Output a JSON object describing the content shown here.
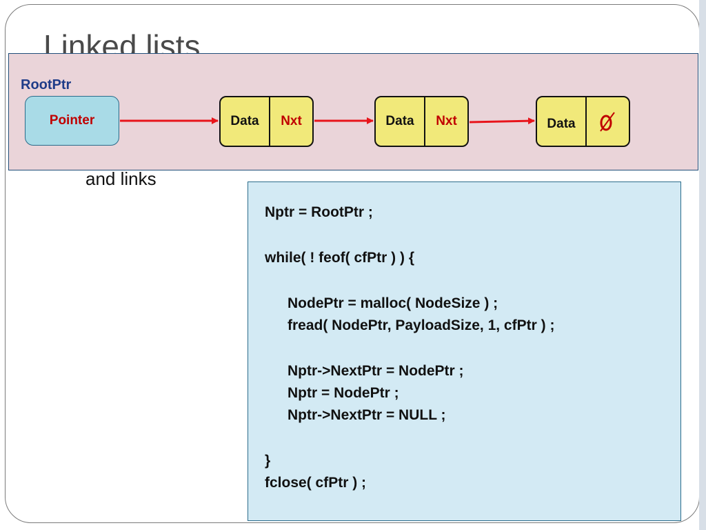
{
  "slide": {
    "title": "Linked lists",
    "bullet_tail": "and links"
  },
  "diagram": {
    "root_label": "RootPtr",
    "pointer_label": "Pointer",
    "nodes": [
      {
        "data_label": "Data",
        "next_label": "Nxt"
      },
      {
        "data_label": "Data",
        "next_label": "Nxt"
      },
      {
        "data_label": "Data",
        "next_label": "Ø"
      }
    ],
    "colors": {
      "panel": "#ead4d9",
      "pointer_fill": "#a9dbe7",
      "node_fill": "#f1e97a",
      "arrow": "#e8141b",
      "label_red": "#c00000",
      "root_label": "#1f3c88"
    }
  },
  "code": {
    "lines": [
      "Nptr = RootPtr ;",
      "",
      "while( ! feof( cfPtr ) ) {",
      "",
      "NodePtr = malloc( NodeSize ) ;",
      "fread( NodePtr, PayloadSize, 1, cfPtr ) ;",
      "",
      "Nptr->NextPtr = NodePtr ;",
      "Nptr = NodePtr ;",
      "Nptr->NextPtr = NULL ;",
      "",
      "}",
      "fclose( cfPtr ) ;"
    ]
  }
}
